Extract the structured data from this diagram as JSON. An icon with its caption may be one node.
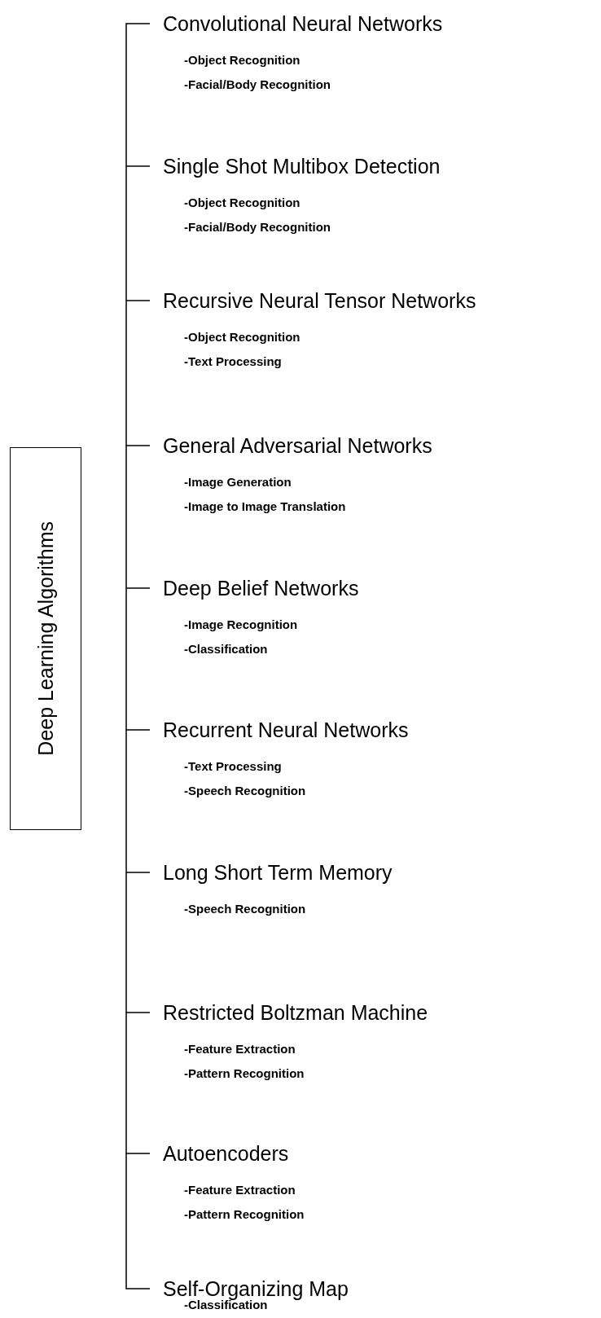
{
  "diagram": {
    "nodes": [
      {
        "text": [
          "Deep Learning Algorithms"
        ]
      },
      {
        "text": [
          "Convolutional Neural Networks",
          "-Object Recognition",
          "-Facial/Body Recognition"
        ]
      },
      {
        "text": [
          "Single Shot Multibox Detection",
          "-Object Recognition",
          "-Facial/Body Recognition"
        ]
      },
      {
        "text": [
          "Recursive Neural Tensor Networks",
          "-Object Recognition",
          "-Text Processing"
        ]
      },
      {
        "text": [
          "General Adversarial Networks",
          "-Image Generation",
          "-Image to Image Translation"
        ]
      },
      {
        "text": [
          "Deep Belief Networks",
          "-Image Recognition",
          "-Classification"
        ]
      },
      {
        "text": [
          "Recurrent Neural Networks",
          "-Text Processing",
          "-Speech Recognition"
        ]
      },
      {
        "text": [
          "Long Short Term Memory",
          "-Speech Recognition"
        ]
      },
      {
        "text": [
          "Restricted Boltzman Machine",
          "-Feature Extraction",
          "-Pattern Recognition"
        ]
      },
      {
        "text": [
          "Autoencoders",
          "-Feature Extraction",
          "-Pattern Recognition"
        ]
      },
      {
        "text": [
          "Self-Organizing Map",
          "-Classification"
        ]
      }
    ]
  }
}
